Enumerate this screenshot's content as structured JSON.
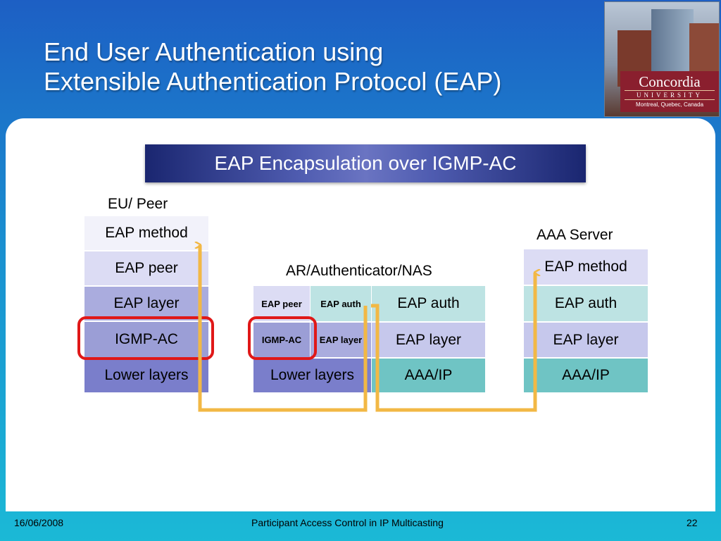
{
  "title": {
    "line1": "End User Authentication using",
    "line2": "Extensible Authentication Protocol (EAP)"
  },
  "logo": {
    "wordmark": "Concordia",
    "univ": "UNIVERSITY",
    "place": "Montreal, Quebec, Canada"
  },
  "diagram": {
    "title": "EAP Encapsulation over IGMP-AC",
    "peer": {
      "label": "EU/ Peer",
      "layers": [
        "EAP method",
        "EAP peer",
        "EAP layer",
        "IGMP-AC",
        "Lower layers"
      ]
    },
    "authenticator": {
      "label": "AR/Authenticator/NAS",
      "left": {
        "eap_peer": "EAP peer",
        "eap_auth": "EAP auth",
        "igmp_ac": "IGMP-AC",
        "eap_layer": "EAP layer",
        "lower_layers": "Lower layers"
      },
      "right": [
        "EAP auth",
        "EAP layer",
        "AAA/IP"
      ]
    },
    "server": {
      "label": "AAA Server",
      "layers": [
        "EAP method",
        "EAP auth",
        "EAP layer",
        "AAA/IP"
      ]
    },
    "colors": {
      "path": "#f2b845",
      "highlight": "#e01818"
    }
  },
  "footer": {
    "date": "16/06/2008",
    "title": "Participant Access Control in IP Multicasting",
    "page": "22"
  }
}
